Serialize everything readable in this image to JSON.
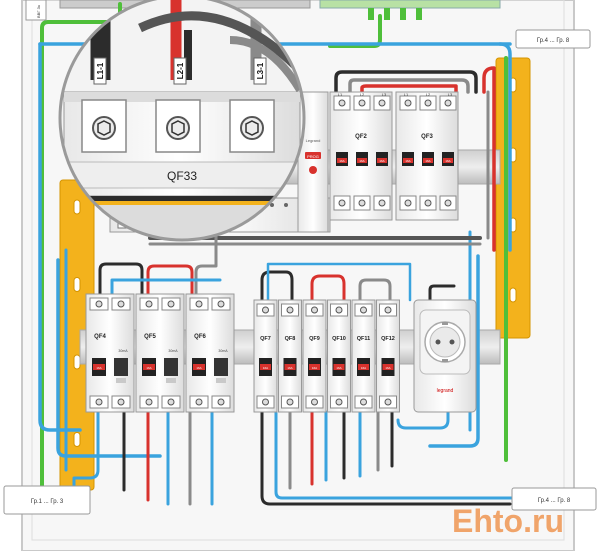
{
  "diagram": {
    "tags": {
      "top_right": "Гр.4 ... Гр. 8",
      "bottom_left": "Гр.1 ... Гр. 3",
      "bottom_right": "Гр.4 ... Гр. 8",
      "top_left_cut": "ВВГ 3х"
    },
    "zoom": {
      "cables": [
        "L1-1",
        "L2-1",
        "L3-1"
      ],
      "breaker_label": "QF33"
    },
    "top_breakers": [
      {
        "name": "QF2"
      },
      {
        "name": "QF3"
      }
    ],
    "top_terminals": [
      "L1",
      "L2",
      "L3",
      "L1",
      "L2",
      "L3"
    ],
    "rcbo_row": [
      {
        "name": "QF4",
        "rating": "30mA"
      },
      {
        "name": "QF5",
        "rating": "30mA"
      },
      {
        "name": "QF6",
        "rating": "30mA"
      }
    ],
    "mcb_row": [
      "QF7",
      "QF8",
      "QF9",
      "QF10",
      "QF11",
      "QF12"
    ],
    "brand": "legrand",
    "brand_small": "Legrand",
    "breaker_rating": "16A",
    "unit_text": "PROG",
    "watermark": "Ehto.ru",
    "colors": {
      "din_rail": "#f3b21c",
      "wire_red": "#d8322d",
      "wire_blue": "#3aa3de",
      "wire_green": "#4fbf3a",
      "wire_black": "#2c2c2c",
      "wire_gray": "#8a8a8a"
    }
  }
}
